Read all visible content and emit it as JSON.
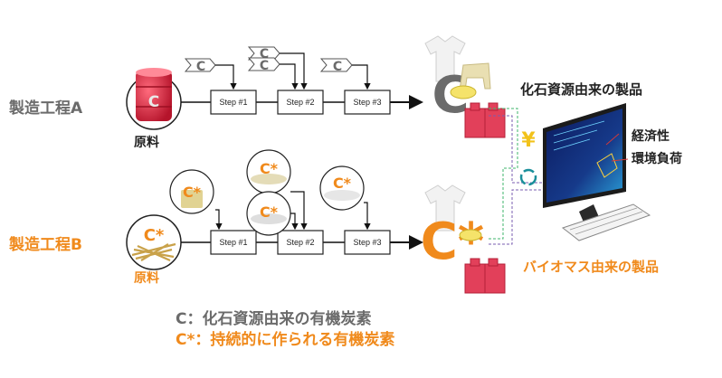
{
  "process_a": {
    "label": "製造工程A",
    "material_label": "原料",
    "material_symbol": "C",
    "steps": [
      "Step #1",
      "Step #2",
      "Step #3"
    ],
    "inputs": [
      "C",
      "C",
      "C",
      "C"
    ],
    "product_symbol": "C",
    "product_label": "化石資源由来の製品"
  },
  "process_b": {
    "label": "製造工程B",
    "material_label": "原料",
    "material_symbol": "C*",
    "steps": [
      "Step #1",
      "Step #2",
      "Step #3"
    ],
    "inputs": [
      "C*",
      "C*",
      "C*",
      "C*"
    ],
    "product_symbol": "C*",
    "product_label": "バイオマス由来の製品"
  },
  "evaluation": {
    "economy": "経済性",
    "environment": "環境負荷"
  },
  "legend": {
    "fossil": "C：化石資源由来の有機炭素",
    "sustainable": "C*：持続的に作られる有機炭素"
  },
  "colors": {
    "fossil": "#6b6b6b",
    "bio": "#f08a1c",
    "barrel": "#d8253d",
    "product_box": "#e2405a"
  }
}
